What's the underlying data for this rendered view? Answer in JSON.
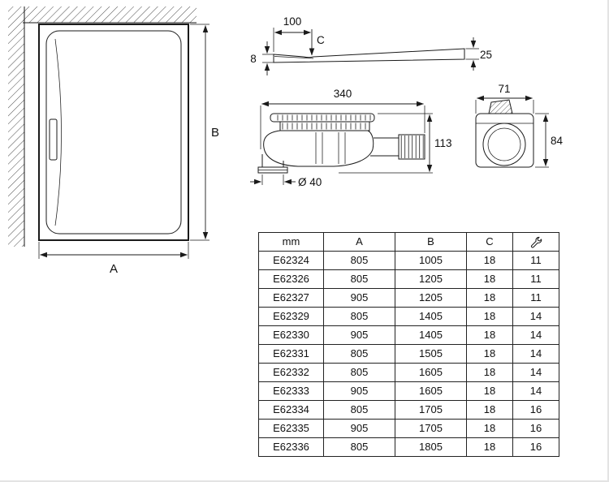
{
  "colors": {
    "ink": "#1a1a1a",
    "background": "#ffffff"
  },
  "plan_view": {
    "dim_a": "A",
    "dim_b": "B"
  },
  "section_view": {
    "dim_width": "100",
    "dim_c": "C",
    "dim_edge": "8",
    "dim_thickness": "25"
  },
  "trap_side_view": {
    "dim_length": "340",
    "dim_height": "113",
    "dim_outlet": "Ø 40"
  },
  "trap_front_view": {
    "dim_width": "71",
    "dim_height": "84"
  },
  "table": {
    "headers": {
      "ref": "mm",
      "a": "A",
      "b": "B",
      "c": "C"
    },
    "header_icon": "wrench-icon",
    "rows": [
      {
        "ref": "E62324",
        "a": "805",
        "b": "1005",
        "c": "18",
        "tool": "11"
      },
      {
        "ref": "E62326",
        "a": "805",
        "b": "1205",
        "c": "18",
        "tool": "11"
      },
      {
        "ref": "E62327",
        "a": "905",
        "b": "1205",
        "c": "18",
        "tool": "11"
      },
      {
        "ref": "E62329",
        "a": "805",
        "b": "1405",
        "c": "18",
        "tool": "14"
      },
      {
        "ref": "E62330",
        "a": "905",
        "b": "1405",
        "c": "18",
        "tool": "14"
      },
      {
        "ref": "E62331",
        "a": "805",
        "b": "1505",
        "c": "18",
        "tool": "14"
      },
      {
        "ref": "E62332",
        "a": "805",
        "b": "1605",
        "c": "18",
        "tool": "14"
      },
      {
        "ref": "E62333",
        "a": "905",
        "b": "1605",
        "c": "18",
        "tool": "14"
      },
      {
        "ref": "E62334",
        "a": "805",
        "b": "1705",
        "c": "18",
        "tool": "16"
      },
      {
        "ref": "E62335",
        "a": "905",
        "b": "1705",
        "c": "18",
        "tool": "16"
      },
      {
        "ref": "E62336",
        "a": "805",
        "b": "1805",
        "c": "18",
        "tool": "16"
      }
    ]
  }
}
